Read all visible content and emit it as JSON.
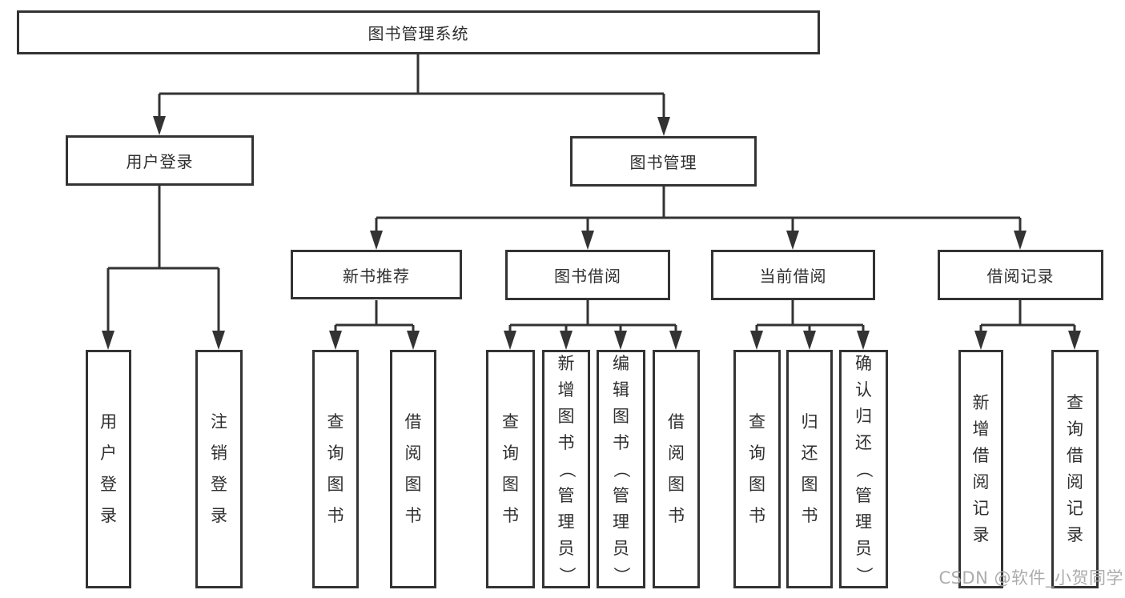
{
  "diagram": {
    "root": "图书管理系统",
    "level2": [
      "用户登录",
      "图书管理"
    ],
    "level3": [
      "新书推荐",
      "图书借阅",
      "当前借阅",
      "借阅记录"
    ],
    "leaves": {
      "user_login": [
        "用户登录",
        "注销登录"
      ],
      "new_book": [
        "查询图书",
        "借阅图书"
      ],
      "book_borrow": [
        "查询图书",
        "新增图书（管理员）",
        "编辑图书（管理员）",
        "借阅图书"
      ],
      "current_borrow": [
        "查询图书",
        "归还图书",
        "确认归还（管理员）"
      ],
      "borrow_record": [
        "新增借阅记录",
        "查询借阅记录"
      ]
    },
    "watermark": "CSDN @软件_小贺同学",
    "colors": {
      "line": "#333333",
      "box_border": "#333333",
      "text": "#2f2f2f",
      "background": "#ffffff",
      "watermark": "#a8a8a8"
    }
  }
}
